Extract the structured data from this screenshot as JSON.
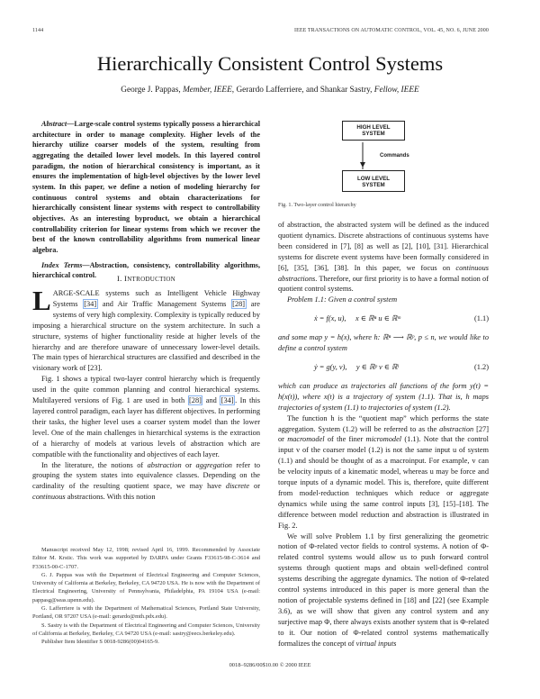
{
  "header": {
    "page_number": "1144",
    "journal": "IEEE TRANSACTIONS ON AUTOMATIC CONTROL, VOL. 45, NO. 6, JUNE 2000"
  },
  "title": "Hierarchically Consistent Control Systems",
  "authors": [
    {
      "t": "George J. Pappas, "
    },
    {
      "t": "Member, IEEE",
      "s": "i"
    },
    {
      "t": ", Gerardo Lafferriere, and Shankar Sastry, "
    },
    {
      "t": "Fellow, IEEE",
      "s": "i"
    }
  ],
  "abstract": [
    [
      {
        "t": "Abstract",
        "s": "i"
      },
      {
        "t": "—Large-scale control systems typically possess a hierarchical architecture in order to manage complexity. Higher levels of the hierarchy utilize coarser models of the system, resulting from aggregating the detailed lower level models. In this layered control paradigm, the notion of hierarchical consistency is important, as it ensures the implementation of high-level objectives by the lower level system. In this paper, we define a notion of modeling hierarchy for continuous control systems and obtain characterizations for hierarchically consistent linear systems with respect to controllability objectives. As an interesting byproduct, we obtain a hierarchical controllability criterion for linear systems from which we recover the best of the known controllability algorithms from numerical linear algebra."
      }
    ],
    [
      {
        "t": "Index Terms",
        "s": "i"
      },
      {
        "t": "—Abstraction, consistency, controllability algorithms, hierarchical control."
      }
    ]
  ],
  "section": {
    "numeral": "I. I",
    "name": "NTRODUCTION"
  },
  "intro": {
    "dropcap": "L",
    "paragraphs": [
      [
        {
          "t": "ARGE-SCALE systems such as Intelligent Vehicle Highway Systems "
        },
        {
          "t": "[34]",
          "s": "c"
        },
        {
          "t": " and Air Traffic Management Systems "
        },
        {
          "t": "[28]",
          "s": "c"
        },
        {
          "t": " are systems of very high complexity. Complexity is typically reduced by imposing a hierarchical structure on the system architecture. In such a structure, systems of higher functionality reside at higher levels of the hierarchy and are therefore unaware of unnecessary lower-level details. The main types of hierarchical structures are classified and described in the visionary work of [23]."
        }
      ],
      [
        {
          "t": "Fig. 1 shows a typical two-layer control hierarchy which is frequently used in the quite common planning and control hierarchical systems. Multilayered versions of Fig. 1 are used in both "
        },
        {
          "t": "[28]",
          "s": "c"
        },
        {
          "t": " and "
        },
        {
          "t": "[34]",
          "s": "c"
        },
        {
          "t": ". In this layered control paradigm, each layer has different objectives. In performing their tasks, the higher level uses a coarser system model than the lower level. One of the main challenges in hierarchical systems is the extraction of a hierarchy of models at various levels of abstraction which are compatible with the functionality and objectives of each layer."
        }
      ],
      [
        {
          "t": "In the literature, the notions of "
        },
        {
          "t": "abstraction",
          "s": "i"
        },
        {
          "t": " or "
        },
        {
          "t": "aggregation",
          "s": "i"
        },
        {
          "t": " refer to grouping the system states into equivalence classes. Depending on the cardinality of the resulting quotient space, we may have "
        },
        {
          "t": "discrete",
          "s": "i"
        },
        {
          "t": " or "
        },
        {
          "t": "continuous",
          "s": "i"
        },
        {
          "t": " abstractions. With this notion"
        }
      ]
    ]
  },
  "footnotes": [
    "Manuscript received May 12, 1998; revised April 16, 1999. Recommended by Associate Editor M. Krstic. This work was supported by DARPA under Grants F33615-98-C-3614 and F33615-00-C-1707.",
    "G. J. Pappas was with the Department of Electrical Engineering and Computer Sciences, University of California at Berkeley, Berkeley, CA 94720 USA. He is now with the Department of Electrical Engineering, University of Pennsylvania, Philadelphia, PA 19104 USA (e-mail: pappasg@seas.upenn.edu).",
    "G. Lafferriere is with the Department of Mathematical Sciences, Portland State University, Portland, OR 97207 USA (e-mail: gerardo@mth.pdx.edu).",
    "S. Sastry is with the Department of Electrical Engineering and Computer Sciences, University of California at Berkeley, Berkeley, CA 94720 USA (e-mail: sastry@eecs.berkeley.edu).",
    "Publisher Item Identifier S 0018-9286(00)04165-9."
  ],
  "footer": "0018–9286/00$10.00 © 2000 IEEE",
  "figure": {
    "high_level_box": [
      "HIGH LEVEL",
      "SYSTEM"
    ],
    "arrow_label": "Commands",
    "low_level_box": [
      "LOW LEVEL",
      "SYSTEM"
    ],
    "caption": "Fig. 1.   Two-layer control hierarchy"
  },
  "right": {
    "p1": [
      {
        "t": "of abstraction, the abstracted system will be defined as the induced quotient dynamics. Discrete abstractions of continuous systems have been considered in [7], [8] as well as [2], [10], [31]. Hierarchical systems for discrete event systems have been formally considered in [6], [35], [36], [38]. In this paper, we focus on "
      },
      {
        "t": "continuous abstractions",
        "s": "i"
      },
      {
        "t": ". Therefore, our first priority is to have a formal notion of quotient control systems."
      }
    ],
    "problem": [
      {
        "t": "Problem 1.1:  Given a control system",
        "s": "i"
      }
    ],
    "eq1": {
      "lhs": "ẋ = f(x, u),",
      "domain": "x ∈ ℝⁿ   u ∈ ℝᵐ",
      "number": "(1.1)"
    },
    "p2": [
      {
        "t": "and some map y = h(x), where h: ℝⁿ ⟶ ℝᵖ, p ≤ n, we would like to define a control system",
        "s": "i"
      }
    ],
    "eq2": {
      "lhs": "ẏ = g(y, v),",
      "domain": "y ∈ ℝᵖ   v ∈ ℝˡ",
      "number": "(1.2)"
    },
    "p3": [
      {
        "t": "which can produce as trajectories all functions of the form y(t) = h(x(t)), where x(t) is a trajectory of system (1.1). That is, h maps trajectories of system (1.1) to trajectories of system (1.2).",
        "s": "i"
      }
    ],
    "p4": [
      {
        "t": "The function h is the “quotient map” which performs the state aggregation. System (1.2) will be referred to as the "
      },
      {
        "t": "abstraction",
        "s": "i"
      },
      {
        "t": " [27] or "
      },
      {
        "t": "macromodel",
        "s": "i"
      },
      {
        "t": " of the finer "
      },
      {
        "t": "micromodel",
        "s": "i"
      },
      {
        "t": " (1.1). Note that the control input v of the coarser model (1.2) is not the same input u of system (1.1) and should be thought of as a macroinput. For example, v can be velocity inputs of a kinematic model, whereas u may be force and torque inputs of a dynamic model. This is, therefore, quite different from model-reduction techniques which reduce or aggregate dynamics while using the same control inputs [3], [15]–[18]. The difference between model reduction and abstraction is illustrated in Fig. 2."
      }
    ],
    "p5": [
      {
        "t": "We will solve Problem 1.1 by first generalizing the geometric notion of Φ-related vector fields to control systems. A notion of Φ-related control systems would allow us to push forward control systems through quotient maps and obtain well-defined control systems describing the aggregate dynamics. The notion of Φ-related control systems introduced in this paper is more general than the notion of projectable systems defined in [18] and [22] (see Example 3.6), as we will show that given any control system and any surjective map Φ, there always exists another system that is Φ-related to it. Our notion of Φ-related control systems mathematically formalizes the concept of "
      },
      {
        "t": "virtual inputs",
        "s": "i"
      }
    ]
  },
  "colors": {
    "citation_box": "#8ab4f0",
    "text": "#1a1a1a"
  }
}
